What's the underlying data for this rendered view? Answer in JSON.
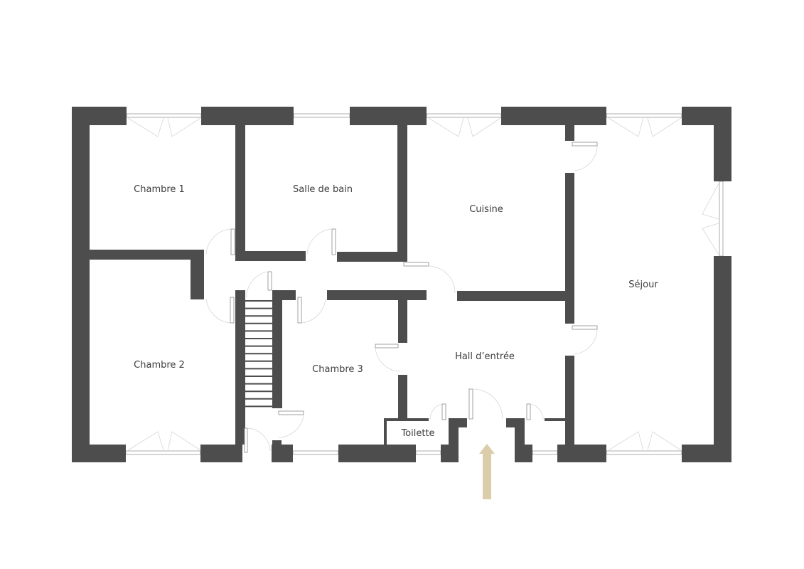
{
  "colors": {
    "wall": "#4d4d4d",
    "entrance_arrow": "#dccdaa",
    "background": "#ffffff"
  },
  "rooms": {
    "chambre1": "Chambre 1",
    "salle_de_bain": "Salle de bain",
    "cuisine": "Cuisine",
    "sejour": "Séjour",
    "chambre2": "Chambre 2",
    "chambre3": "Chambre 3",
    "hall": "Hall d’entrée",
    "toilette": "Toilette"
  },
  "icons": {
    "entrance": "arrow-up-icon",
    "stairs": "staircase-icon"
  }
}
